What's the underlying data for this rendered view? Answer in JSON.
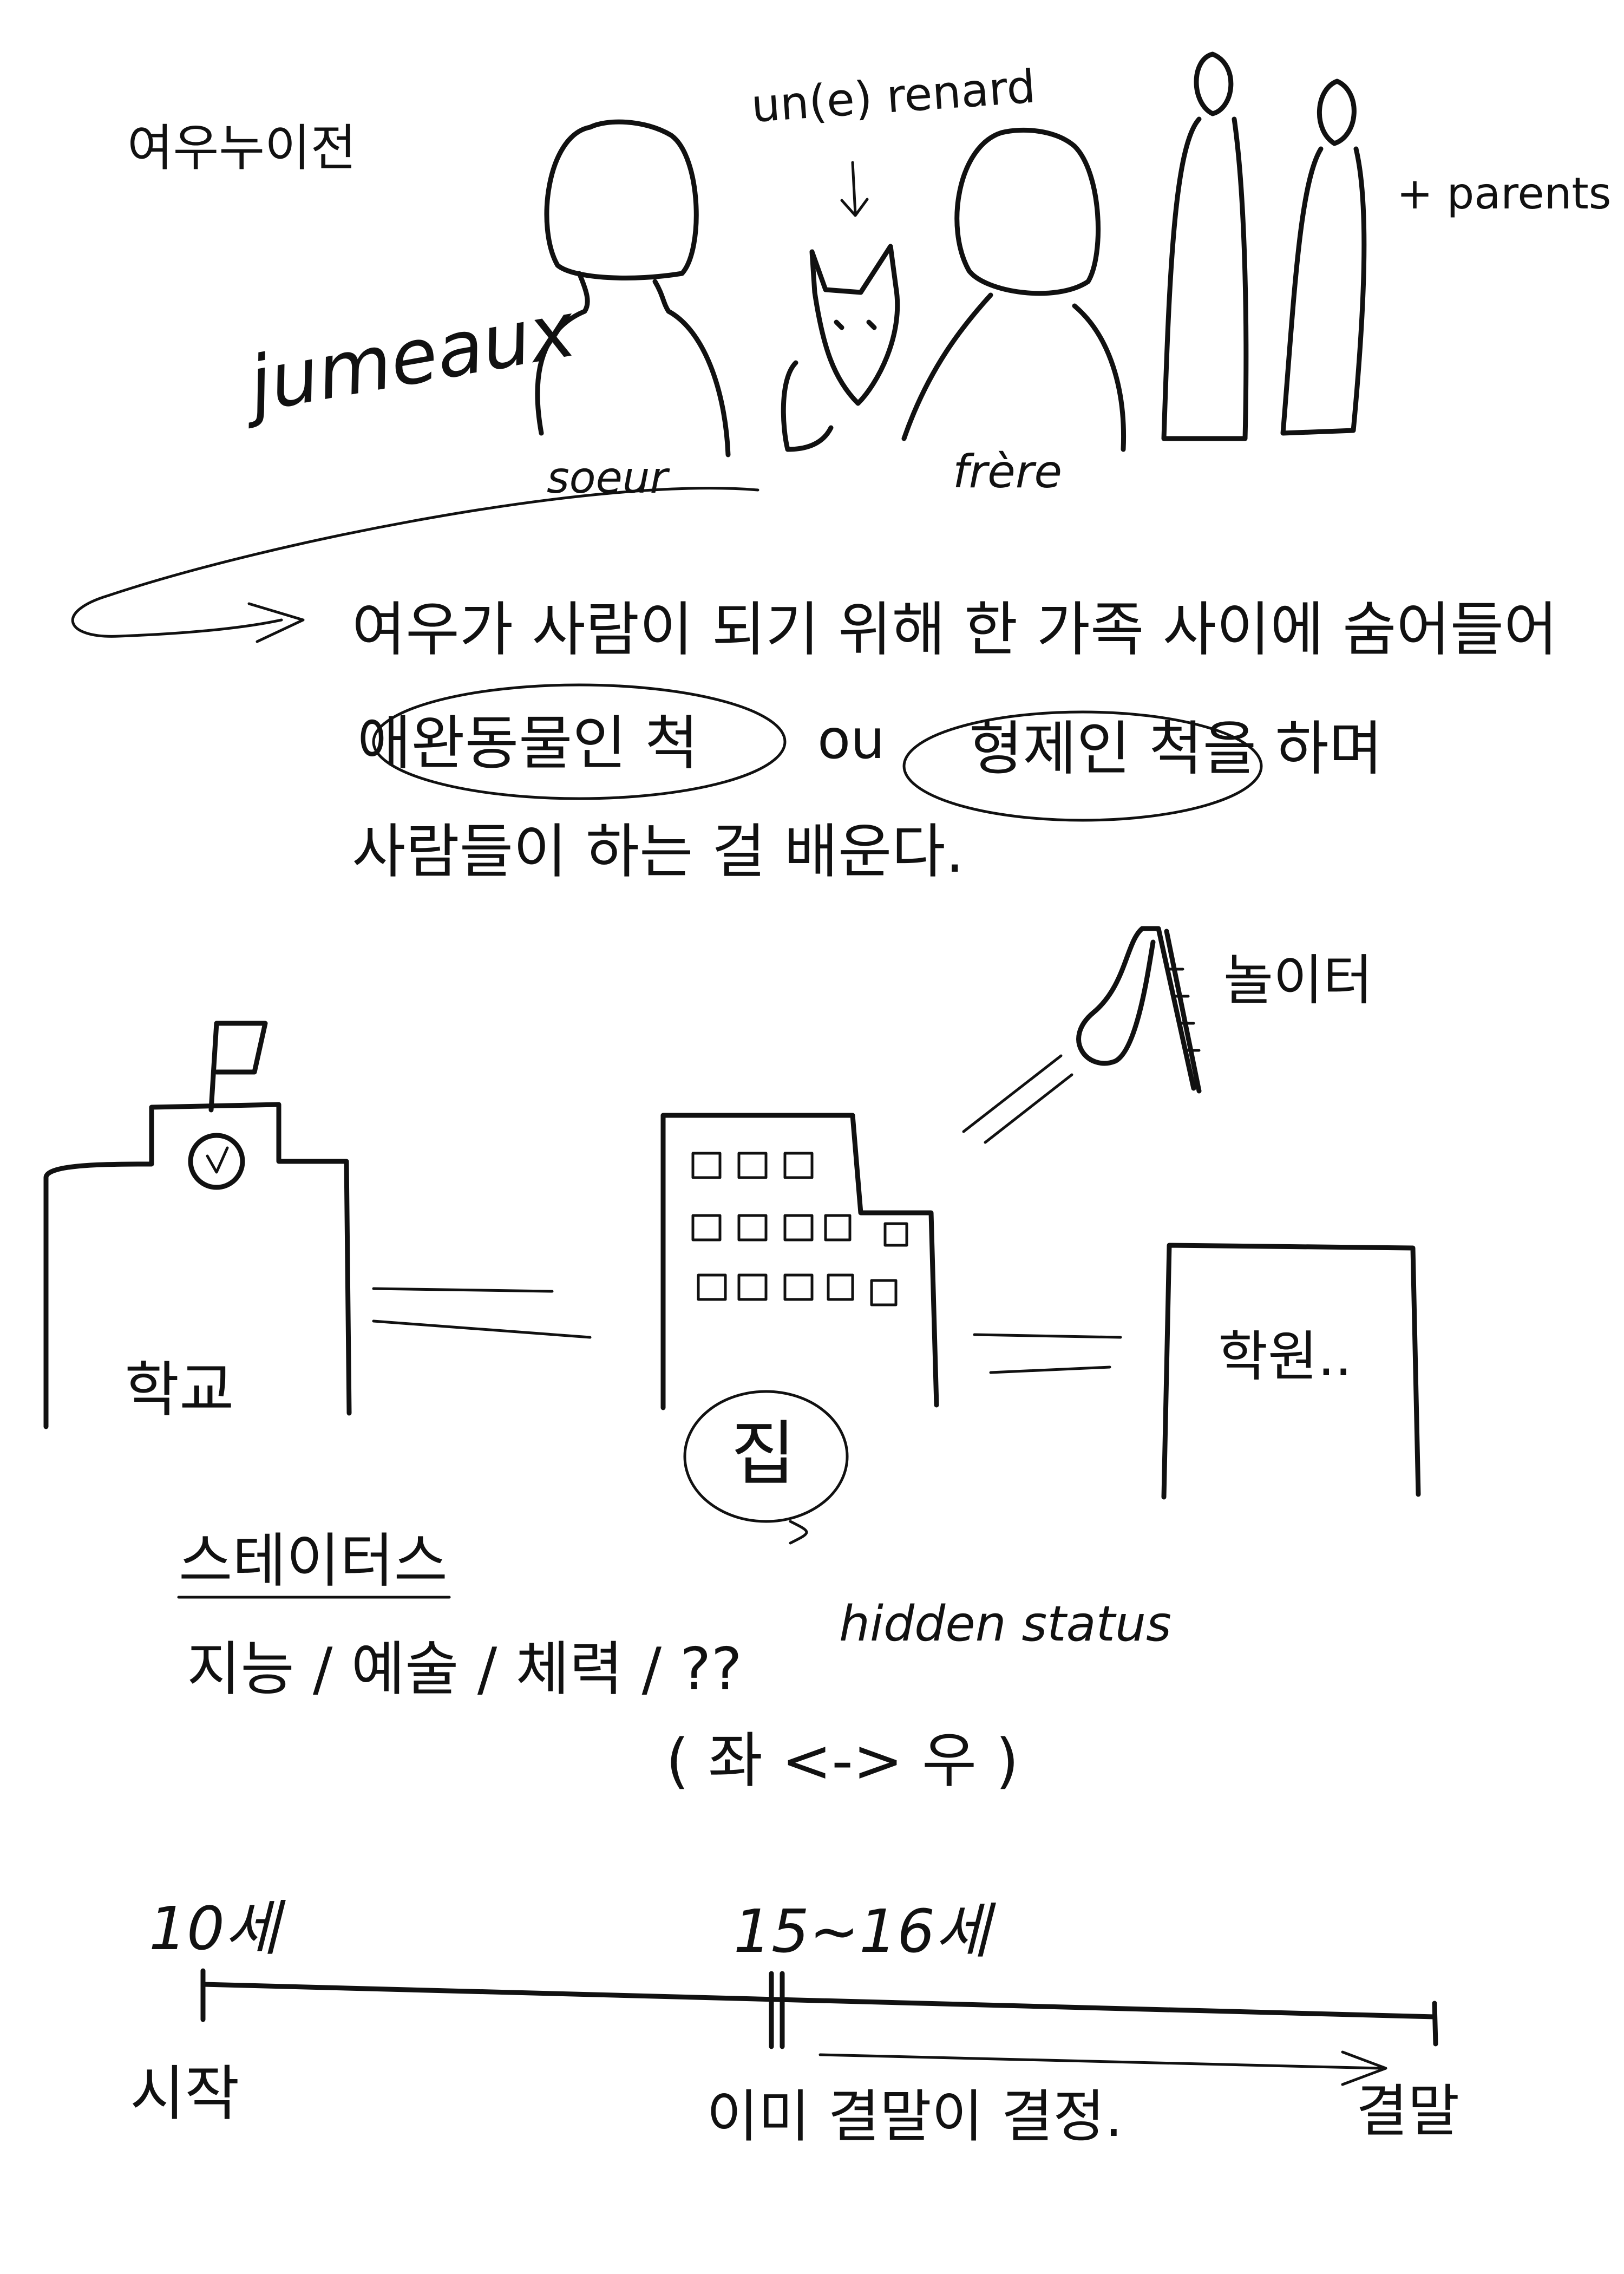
{
  "title": "여우누이전",
  "characters": {
    "twins_label": "jumeaux",
    "sister_label": "soeur",
    "brother_label": "frère",
    "fox_label": "un(e) renard",
    "parents_label": "+ parents"
  },
  "story": {
    "line1": "여우가 사람이 되기 위해 한 가족 사이에 숨어들어",
    "line2a": "애완동물인 척",
    "line2b": "ou",
    "line2c": "형제인 척을 하며",
    "line3": "사람들이 하는 걸 배운다."
  },
  "places": {
    "playground": "놀이터",
    "school": "학교",
    "home": "집",
    "academy": "학원.."
  },
  "status": {
    "heading": "스테이터스",
    "list": "지능 / 예술 / 체력 / ??",
    "hidden": "hidden status",
    "direction": "( 좌 <-> 우 )"
  },
  "timeline": {
    "start_age": "10세",
    "mid_age": "15~16세",
    "start_label": "시작",
    "mid_label": "이미 결말이 결정.",
    "end_label": "결말"
  },
  "colors": {
    "ink": "#111111",
    "paper": "#ffffff"
  }
}
